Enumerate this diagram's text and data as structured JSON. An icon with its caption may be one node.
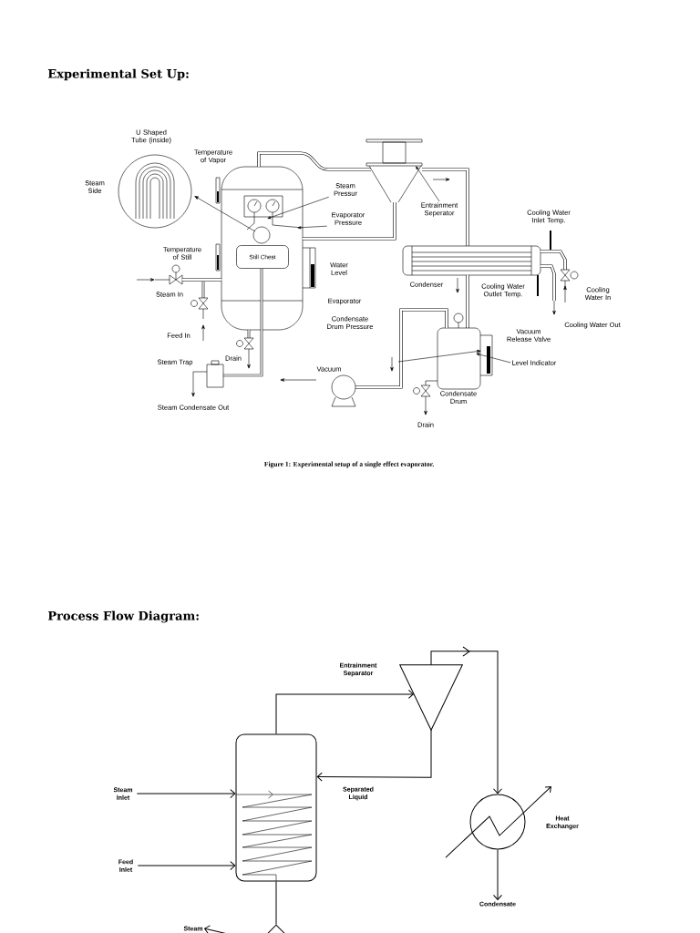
{
  "diagram": {
    "title": "Experimental Set Up:",
    "caption": "Figure 1: Experimental setup of a single effect evaporator.",
    "nodes": [
      {
        "text": [
          "Steam Pressur"
        ]
      },
      {
        "text": [
          "Evaporator Pressure"
        ]
      },
      {
        "text": [
          "Entrainment Seperator"
        ]
      },
      {
        "text": [
          "Level Indicator"
        ]
      },
      {
        "text": [
          "Still Chest"
        ]
      },
      {
        "text": [],
        "shape": "box"
      },
      {
        "text": [
          "Entrainment Separator"
        ]
      },
      {
        "text": [
          "Heat Exchanger"
        ]
      },
      {
        "text": [
          "Steam Inlet"
        ]
      },
      {
        "text": [
          "Feed Inlet"
        ]
      },
      {
        "text": [
          "Condensate"
        ]
      },
      {
        "text": [],
        "shape": "diamond"
      },
      {
        "text": [
          "Steam"
        ]
      }
    ],
    "edges": [
      {
        "from": 0,
        "to": null,
        "arrow": "to"
      },
      {
        "from": 1,
        "to": null,
        "arrow": "to"
      },
      {
        "from": 2,
        "to": null,
        "arrow": "to"
      },
      {
        "from": 3,
        "to": null,
        "arrow": "to"
      },
      {
        "from": 8,
        "to": 5,
        "arrow": "to"
      },
      {
        "from": 9,
        "to": 5,
        "arrow": "to"
      },
      {
        "from": 5,
        "to": 6,
        "arrow": "to"
      },
      {
        "from": 6,
        "to": 5,
        "arrow": "to",
        "label": "Separated Liquid"
      },
      {
        "from": 6,
        "to": 7,
        "arrow": "to"
      },
      {
        "from": 7,
        "to": 10,
        "arrow": "to"
      },
      {
        "from": 5,
        "to": 11,
        "arrow": "none"
      },
      {
        "from": 11,
        "to": 12,
        "arrow": "to"
      }
    ],
    "labels": [
      "U Shaped Tube (inside)",
      "Temperature of Vapor",
      "Steam Side",
      "Temperature of Still",
      "Water Level",
      "Steam In",
      "Evaporator",
      "Condensate Drum Pressure",
      "Feed In",
      "Drain",
      "Steam Trap",
      "Vacuum",
      "Steam Condensate Out",
      "Condenser",
      "Cooling Water Outlet Temp.",
      "Cooling Water Inlet Temp.",
      "Cooling Water In",
      "Cooling Water Out",
      "Vacuum Release Valve",
      "Condensate Drum",
      "Drain",
      "Process Flow Diagram:"
    ]
  }
}
